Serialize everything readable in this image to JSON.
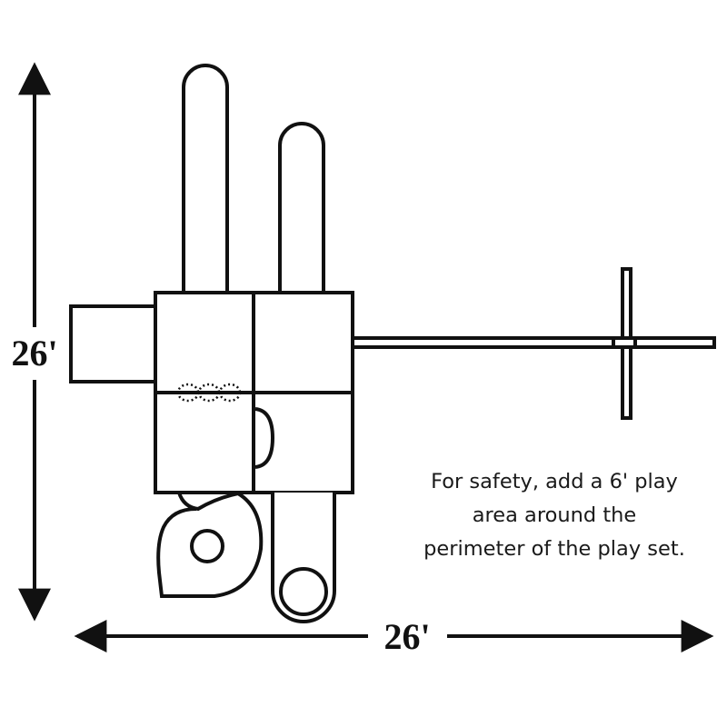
{
  "dimensions": {
    "height_label": "26'",
    "width_label": "26'"
  },
  "note": {
    "lines": [
      "For safety, add a 6' play",
      "area around the",
      "perimeter of the play set."
    ]
  },
  "colors": {
    "stroke": "#111111",
    "background": "#ffffff"
  }
}
